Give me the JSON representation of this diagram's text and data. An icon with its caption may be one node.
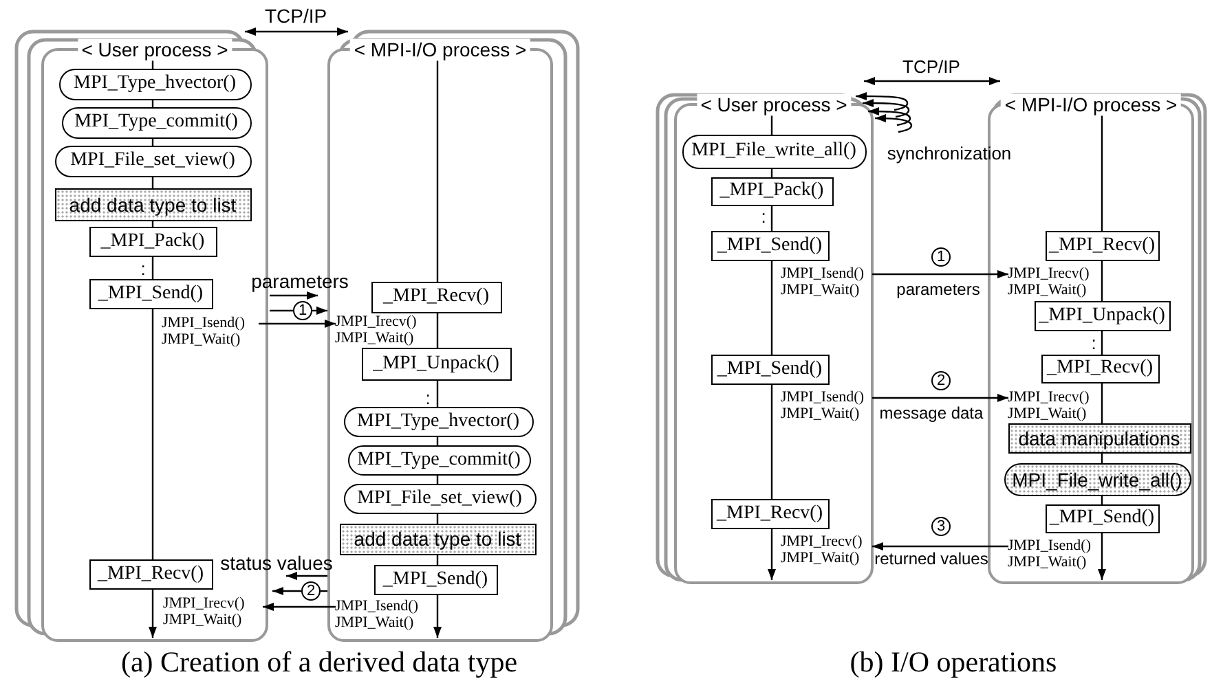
{
  "diagram": {
    "nodes": [
      {
        "text": [
          "< User process >"
        ]
      },
      {
        "text": [
          "MPI_Type_hvector()"
        ],
        "in": 0
      },
      {
        "text": [
          "MPI_Type_commit()"
        ],
        "in": 0
      },
      {
        "text": [
          "MPI_File_set_view()"
        ],
        "in": 0
      },
      {
        "text": [
          "add data type to list"
        ],
        "in": 0
      },
      {
        "text": [
          "_MPI_Pack()"
        ],
        "in": 0
      },
      {
        "text": [
          "_MPI_Send()"
        ],
        "in": 0
      },
      {
        "text": [
          "JMPI_Isend()",
          "JMPI_Wait()"
        ],
        "in": 0
      },
      {
        "text": [
          "_MPI_Recv()"
        ],
        "in": 0
      },
      {
        "text": [
          "JMPI_Irecv()",
          "JMPI_Wait()"
        ],
        "in": 0
      },
      {
        "text": [
          "< MPI-I/O process >"
        ]
      },
      {
        "text": [
          "_MPI_Recv()"
        ],
        "in": 10
      },
      {
        "text": [
          "JMPI_Irecv()",
          "JMPI_Wait()"
        ],
        "in": 10
      },
      {
        "text": [
          "_MPI_Unpack()"
        ],
        "in": 10
      },
      {
        "text": [
          "MPI_Type_hvector()"
        ],
        "in": 10
      },
      {
        "text": [
          "MPI_Type_commit()"
        ],
        "in": 10
      },
      {
        "text": [
          "MPI_File_set_view()"
        ],
        "in": 10
      },
      {
        "text": [
          "add data type to list"
        ],
        "in": 10
      },
      {
        "text": [
          "_MPI_Send()"
        ],
        "in": 10
      },
      {
        "text": [
          "JMPI_Isend()",
          "JMPI_Wait()"
        ],
        "in": 10
      },
      {
        "text": [
          "1"
        ]
      },
      {
        "text": [
          "2"
        ]
      },
      {
        "text": [
          "< User process >"
        ]
      },
      {
        "text": [
          "MPI_File_write_all()"
        ],
        "in": 22
      },
      {
        "text": [
          "_MPI_Pack()"
        ],
        "in": 22
      },
      {
        "text": [
          "_MPI_Send()"
        ],
        "in": 22
      },
      {
        "text": [
          "JMPI_Isend()",
          "JMPI_Wait()"
        ],
        "in": 22
      },
      {
        "text": [
          "_MPI_Send()"
        ],
        "in": 22
      },
      {
        "text": [
          "JMPI_Isend()",
          "JMPI_Wait()"
        ],
        "in": 22
      },
      {
        "text": [
          "_MPI_Recv()"
        ],
        "in": 22
      },
      {
        "text": [
          "JMPI_Irecv()",
          "JMPI_Wait()"
        ],
        "in": 22
      },
      {
        "text": [
          "< MPI-I/O process >"
        ]
      },
      {
        "text": [
          "_MPI_Recv()"
        ],
        "in": 31
      },
      {
        "text": [
          "JMPI_Irecv()",
          "JMPI_Wait()"
        ],
        "in": 31
      },
      {
        "text": [
          "_MPI_Unpack()"
        ],
        "in": 31
      },
      {
        "text": [
          "_MPI_Recv()"
        ],
        "in": 31
      },
      {
        "text": [
          "JMPI_Irecv()",
          "JMPI_Wait()"
        ],
        "in": 31
      },
      {
        "text": [
          "data manipulations"
        ],
        "in": 31
      },
      {
        "text": [
          "MPI_File_write_all()"
        ],
        "in": 31
      },
      {
        "text": [
          "_MPI_Send()"
        ],
        "in": 31
      },
      {
        "text": [
          "JMPI_Isend()",
          "JMPI_Wait()"
        ],
        "in": 31
      },
      {
        "text": [
          "1"
        ]
      },
      {
        "text": [
          "2"
        ]
      },
      {
        "text": [
          "3"
        ]
      }
    ],
    "edges": [
      {
        "from": null,
        "to": 1,
        "arrow": "none"
      },
      {
        "from": 1,
        "to": 2,
        "arrow": "none"
      },
      {
        "from": 2,
        "to": 3,
        "arrow": "none"
      },
      {
        "from": 3,
        "to": 4,
        "arrow": "none"
      },
      {
        "from": 4,
        "to": 5,
        "arrow": "none"
      },
      {
        "from": 5,
        "to": 6,
        "arrow": "none"
      },
      {
        "from": 6,
        "to": 8,
        "arrow": "none"
      },
      {
        "from": 8,
        "to": 0,
        "arrow": "to"
      },
      {
        "from": null,
        "to": 11,
        "arrow": "none"
      },
      {
        "from": 11,
        "to": 13,
        "arrow": "none"
      },
      {
        "from": 13,
        "to": 14,
        "arrow": "none"
      },
      {
        "from": 14,
        "to": 15,
        "arrow": "none"
      },
      {
        "from": 15,
        "to": 16,
        "arrow": "none"
      },
      {
        "from": 16,
        "to": 17,
        "arrow": "none"
      },
      {
        "from": 17,
        "to": 18,
        "arrow": "none"
      },
      {
        "from": 18,
        "to": 10,
        "arrow": "to"
      },
      {
        "from": 7,
        "to": 12,
        "arrow": "to"
      },
      {
        "from": 19,
        "to": 9,
        "arrow": "to"
      },
      {
        "from": null,
        "to": 23,
        "arrow": "none"
      },
      {
        "from": 23,
        "to": 24,
        "arrow": "none"
      },
      {
        "from": 24,
        "to": 25,
        "arrow": "none"
      },
      {
        "from": 25,
        "to": 27,
        "arrow": "none"
      },
      {
        "from": 27,
        "to": 29,
        "arrow": "none"
      },
      {
        "from": 29,
        "to": 22,
        "arrow": "to"
      },
      {
        "from": null,
        "to": 32,
        "arrow": "none"
      },
      {
        "from": 32,
        "to": 34,
        "arrow": "none"
      },
      {
        "from": 34,
        "to": 35,
        "arrow": "none"
      },
      {
        "from": 35,
        "to": 37,
        "arrow": "none"
      },
      {
        "from": 37,
        "to": 38,
        "arrow": "none"
      },
      {
        "from": 38,
        "to": 39,
        "arrow": "none"
      },
      {
        "from": 39,
        "to": 31,
        "arrow": "to"
      },
      {
        "from": 26,
        "to": 33,
        "arrow": "to"
      },
      {
        "from": 28,
        "to": 36,
        "arrow": "to"
      },
      {
        "from": 40,
        "to": 30,
        "arrow": "to"
      },
      {
        "from": 0,
        "to": 10,
        "arrow": "both"
      },
      {
        "from": 22,
        "to": 31,
        "arrow": "both"
      },
      {
        "from": 0,
        "to": 20,
        "arrow": "to"
      },
      {
        "from": 0,
        "to": 20,
        "arrow": "none"
      },
      {
        "from": 20,
        "to": 10,
        "arrow": "to"
      },
      {
        "from": 10,
        "to": 21,
        "arrow": "to"
      },
      {
        "from": 10,
        "to": 21,
        "arrow": "none"
      },
      {
        "from": 21,
        "to": 0,
        "arrow": "to"
      },
      {
        "from": null,
        "to": 22,
        "arrow": "to"
      },
      {
        "from": null,
        "to": 22,
        "arrow": "to"
      },
      {
        "from": null,
        "to": 22,
        "arrow": "to"
      },
      {
        "from": null,
        "to": 22,
        "arrow": "to"
      }
    ],
    "labels": [
      "TCP/IP",
      "parameters",
      ":",
      ":",
      "status values",
      "(a) Creation of a derived data type",
      "TCP/IP",
      "synchronization",
      ":",
      "parameters",
      ":",
      "message data",
      "returned values",
      "(b) I/O operations"
    ]
  }
}
